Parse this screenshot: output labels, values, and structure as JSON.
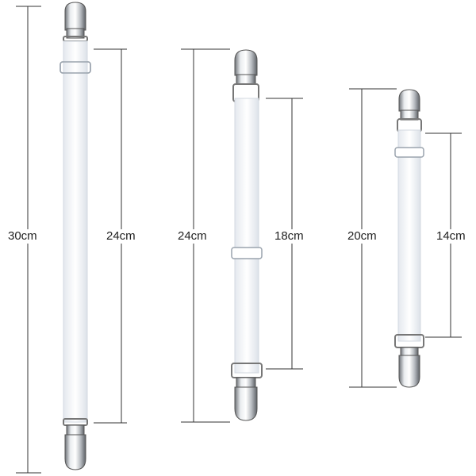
{
  "image": {
    "subject": "Adjustable bed sheet holder straps with metal clips",
    "straps": [
      {
        "overall": "30cm",
        "strap": "24cm"
      },
      {
        "overall": "24cm",
        "strap": "18cm"
      },
      {
        "overall": "20cm",
        "strap": "14cm"
      }
    ]
  }
}
